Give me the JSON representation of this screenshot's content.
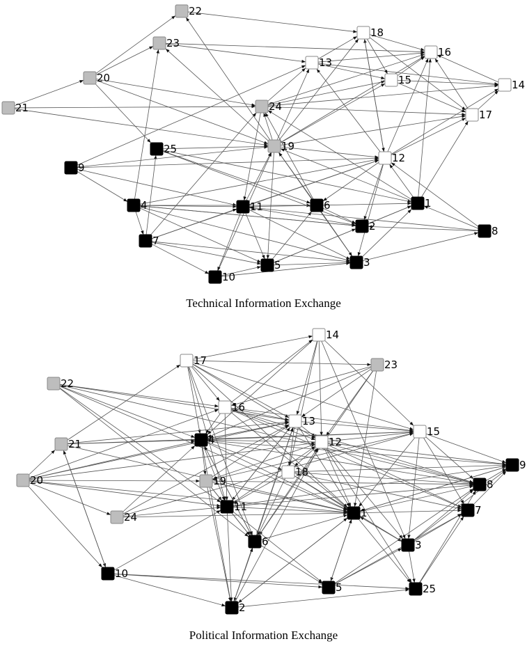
{
  "colors": {
    "black": "#000000",
    "gray": "#bdbdbd",
    "white": "#ffffff",
    "edge": "#555555"
  },
  "graphs": [
    {
      "caption": "Technical Information Exchange",
      "nodes": [
        {
          "id": "1",
          "group": "black"
        },
        {
          "id": "2",
          "group": "black"
        },
        {
          "id": "3",
          "group": "black"
        },
        {
          "id": "4",
          "group": "black"
        },
        {
          "id": "5",
          "group": "black"
        },
        {
          "id": "6",
          "group": "black"
        },
        {
          "id": "7",
          "group": "black"
        },
        {
          "id": "8",
          "group": "black"
        },
        {
          "id": "9",
          "group": "black"
        },
        {
          "id": "10",
          "group": "black"
        },
        {
          "id": "11",
          "group": "black"
        },
        {
          "id": "12",
          "group": "white"
        },
        {
          "id": "13",
          "group": "white"
        },
        {
          "id": "14",
          "group": "white"
        },
        {
          "id": "15",
          "group": "white"
        },
        {
          "id": "16",
          "group": "white"
        },
        {
          "id": "17",
          "group": "white"
        },
        {
          "id": "18",
          "group": "white"
        },
        {
          "id": "19",
          "group": "gray"
        },
        {
          "id": "20",
          "group": "gray"
        },
        {
          "id": "21",
          "group": "gray"
        },
        {
          "id": "22",
          "group": "gray"
        },
        {
          "id": "23",
          "group": "gray"
        },
        {
          "id": "24",
          "group": "gray"
        },
        {
          "id": "25",
          "group": "black"
        }
      ],
      "edges": [
        [
          "20",
          "22"
        ],
        [
          "20",
          "23"
        ],
        [
          "21",
          "20"
        ],
        [
          "20",
          "24"
        ],
        [
          "20",
          "19"
        ],
        [
          "20",
          "25"
        ],
        [
          "21",
          "24"
        ],
        [
          "21",
          "19"
        ],
        [
          "22",
          "18"
        ],
        [
          "19",
          "22"
        ],
        [
          "23",
          "16"
        ],
        [
          "23",
          "13"
        ],
        [
          "4",
          "23"
        ],
        [
          "19",
          "23"
        ],
        [
          "13",
          "18"
        ],
        [
          "13",
          "16"
        ],
        [
          "13",
          "15"
        ],
        [
          "13",
          "14"
        ],
        [
          "12",
          "13"
        ],
        [
          "18",
          "16"
        ],
        [
          "18",
          "15"
        ],
        [
          "18",
          "17"
        ],
        [
          "12",
          "18"
        ],
        [
          "15",
          "16"
        ],
        [
          "14",
          "16"
        ],
        [
          "17",
          "16"
        ],
        [
          "12",
          "16"
        ],
        [
          "1",
          "16"
        ],
        [
          "17",
          "14"
        ],
        [
          "15",
          "14"
        ],
        [
          "24",
          "14"
        ],
        [
          "12",
          "14"
        ],
        [
          "15",
          "17"
        ],
        [
          "24",
          "17"
        ],
        [
          "19",
          "17"
        ],
        [
          "12",
          "17"
        ],
        [
          "1",
          "17"
        ],
        [
          "24",
          "13"
        ],
        [
          "24",
          "15"
        ],
        [
          "24",
          "16"
        ],
        [
          "24",
          "11"
        ],
        [
          "19",
          "24"
        ],
        [
          "6",
          "24"
        ],
        [
          "1",
          "24"
        ],
        [
          "7",
          "24"
        ],
        [
          "19",
          "13"
        ],
        [
          "19",
          "18"
        ],
        [
          "19",
          "15"
        ],
        [
          "19",
          "16"
        ],
        [
          "19",
          "12"
        ],
        [
          "11",
          "19"
        ],
        [
          "6",
          "19"
        ],
        [
          "19",
          "5"
        ],
        [
          "3",
          "19"
        ],
        [
          "1",
          "19"
        ],
        [
          "10",
          "19"
        ],
        [
          "25",
          "19"
        ],
        [
          "25",
          "6"
        ],
        [
          "25",
          "1"
        ],
        [
          "7",
          "25"
        ],
        [
          "9",
          "19"
        ],
        [
          "9",
          "12"
        ],
        [
          "9",
          "4"
        ],
        [
          "9",
          "11"
        ],
        [
          "9",
          "13"
        ],
        [
          "4",
          "11"
        ],
        [
          "4",
          "6"
        ],
        [
          "4",
          "7"
        ],
        [
          "4",
          "5"
        ],
        [
          "4",
          "3"
        ],
        [
          "4",
          "2"
        ],
        [
          "4",
          "12"
        ],
        [
          "11",
          "6"
        ],
        [
          "11",
          "12"
        ],
        [
          "11",
          "5"
        ],
        [
          "11",
          "10"
        ],
        [
          "11",
          "3"
        ],
        [
          "11",
          "2"
        ],
        [
          "6",
          "1"
        ],
        [
          "6",
          "2"
        ],
        [
          "6",
          "3"
        ],
        [
          "5",
          "6"
        ],
        [
          "12",
          "6"
        ],
        [
          "12",
          "2"
        ],
        [
          "12",
          "3"
        ],
        [
          "7",
          "12"
        ],
        [
          "1",
          "12"
        ],
        [
          "2",
          "1"
        ],
        [
          "5",
          "1"
        ],
        [
          "3",
          "1"
        ],
        [
          "8",
          "1"
        ],
        [
          "8",
          "2"
        ],
        [
          "3",
          "8"
        ],
        [
          "8",
          "12"
        ],
        [
          "8",
          "11"
        ],
        [
          "5",
          "2"
        ],
        [
          "4",
          "2"
        ],
        [
          "7",
          "11"
        ],
        [
          "7",
          "5"
        ],
        [
          "7",
          "3"
        ],
        [
          "7",
          "10"
        ],
        [
          "5",
          "3"
        ],
        [
          "10",
          "5"
        ],
        [
          "10",
          "3"
        ],
        [
          "25",
          "2"
        ],
        [
          "18",
          "12"
        ]
      ]
    },
    {
      "caption": "Political Information Exchange",
      "nodes": [
        {
          "id": "1",
          "group": "black"
        },
        {
          "id": "2",
          "group": "black"
        },
        {
          "id": "3",
          "group": "black"
        },
        {
          "id": "4",
          "group": "black"
        },
        {
          "id": "5",
          "group": "black"
        },
        {
          "id": "6",
          "group": "black"
        },
        {
          "id": "7",
          "group": "black"
        },
        {
          "id": "8",
          "group": "black"
        },
        {
          "id": "9",
          "group": "black"
        },
        {
          "id": "10",
          "group": "black"
        },
        {
          "id": "11",
          "group": "black"
        },
        {
          "id": "12",
          "group": "white"
        },
        {
          "id": "13",
          "group": "white"
        },
        {
          "id": "14",
          "group": "white"
        },
        {
          "id": "15",
          "group": "white"
        },
        {
          "id": "16",
          "group": "white"
        },
        {
          "id": "17",
          "group": "white"
        },
        {
          "id": "18",
          "group": "white"
        },
        {
          "id": "19",
          "group": "gray"
        },
        {
          "id": "20",
          "group": "gray"
        },
        {
          "id": "21",
          "group": "gray"
        },
        {
          "id": "22",
          "group": "gray"
        },
        {
          "id": "23",
          "group": "gray"
        },
        {
          "id": "24",
          "group": "gray"
        },
        {
          "id": "25",
          "group": "black"
        }
      ],
      "edges": [
        [
          "17",
          "14"
        ],
        [
          "17",
          "23"
        ],
        [
          "17",
          "4"
        ],
        [
          "17",
          "16"
        ],
        [
          "17",
          "13"
        ],
        [
          "17",
          "12"
        ],
        [
          "17",
          "15"
        ],
        [
          "17",
          "1"
        ],
        [
          "17",
          "11"
        ],
        [
          "21",
          "17"
        ],
        [
          "14",
          "13"
        ],
        [
          "14",
          "12"
        ],
        [
          "14",
          "4"
        ],
        [
          "14",
          "15"
        ],
        [
          "14",
          "18"
        ],
        [
          "16",
          "14"
        ],
        [
          "23",
          "13"
        ],
        [
          "23",
          "4"
        ],
        [
          "23",
          "1"
        ],
        [
          "23",
          "12"
        ],
        [
          "23",
          "16"
        ],
        [
          "23",
          "6"
        ],
        [
          "22",
          "13"
        ],
        [
          "22",
          "4"
        ],
        [
          "22",
          "16"
        ],
        [
          "22",
          "11"
        ],
        [
          "22",
          "1"
        ],
        [
          "22",
          "6"
        ],
        [
          "16",
          "13"
        ],
        [
          "16",
          "12"
        ],
        [
          "16",
          "15"
        ],
        [
          "16",
          "4"
        ],
        [
          "16",
          "11"
        ],
        [
          "16",
          "1"
        ],
        [
          "16",
          "8"
        ],
        [
          "16",
          "7"
        ],
        [
          "13",
          "12"
        ],
        [
          "13",
          "15"
        ],
        [
          "13",
          "4"
        ],
        [
          "13",
          "18"
        ],
        [
          "13",
          "1"
        ],
        [
          "13",
          "6"
        ],
        [
          "13",
          "11"
        ],
        [
          "12",
          "15"
        ],
        [
          "12",
          "4"
        ],
        [
          "12",
          "18"
        ],
        [
          "12",
          "1"
        ],
        [
          "12",
          "9"
        ],
        [
          "12",
          "8"
        ],
        [
          "12",
          "7"
        ],
        [
          "12",
          "3"
        ],
        [
          "12",
          "25"
        ],
        [
          "15",
          "4"
        ],
        [
          "15",
          "1"
        ],
        [
          "15",
          "9"
        ],
        [
          "15",
          "8"
        ],
        [
          "15",
          "7"
        ],
        [
          "15",
          "3"
        ],
        [
          "15",
          "19"
        ],
        [
          "21",
          "4"
        ],
        [
          "21",
          "13"
        ],
        [
          "21",
          "15"
        ],
        [
          "21",
          "10"
        ],
        [
          "21",
          "1"
        ],
        [
          "20",
          "21"
        ],
        [
          "20",
          "4"
        ],
        [
          "20",
          "16"
        ],
        [
          "20",
          "13"
        ],
        [
          "20",
          "12"
        ],
        [
          "20",
          "19"
        ],
        [
          "20",
          "11"
        ],
        [
          "20",
          "24"
        ],
        [
          "20",
          "10"
        ],
        [
          "20",
          "1"
        ],
        [
          "4",
          "19"
        ],
        [
          "4",
          "11"
        ],
        [
          "4",
          "18"
        ],
        [
          "4",
          "1"
        ],
        [
          "4",
          "9"
        ],
        [
          "4",
          "8"
        ],
        [
          "4",
          "6"
        ],
        [
          "4",
          "2"
        ],
        [
          "4",
          "13"
        ],
        [
          "18",
          "1"
        ],
        [
          "18",
          "11"
        ],
        [
          "18",
          "6"
        ],
        [
          "18",
          "9"
        ],
        [
          "18",
          "8"
        ],
        [
          "18",
          "7"
        ],
        [
          "18",
          "3"
        ],
        [
          "19",
          "11"
        ],
        [
          "19",
          "1"
        ],
        [
          "19",
          "8"
        ],
        [
          "19",
          "2"
        ],
        [
          "19",
          "6"
        ],
        [
          "19",
          "13"
        ],
        [
          "19",
          "12"
        ],
        [
          "11",
          "1"
        ],
        [
          "11",
          "6"
        ],
        [
          "11",
          "2"
        ],
        [
          "11",
          "5"
        ],
        [
          "11",
          "12"
        ],
        [
          "11",
          "13"
        ],
        [
          "11",
          "8"
        ],
        [
          "11",
          "9"
        ],
        [
          "24",
          "11"
        ],
        [
          "24",
          "1"
        ],
        [
          "24",
          "13"
        ],
        [
          "24",
          "15"
        ],
        [
          "24",
          "4"
        ],
        [
          "10",
          "2"
        ],
        [
          "10",
          "5"
        ],
        [
          "10",
          "11"
        ],
        [
          "10",
          "25"
        ],
        [
          "10",
          "21"
        ],
        [
          "6",
          "2"
        ],
        [
          "6",
          "1"
        ],
        [
          "6",
          "5"
        ],
        [
          "6",
          "13"
        ],
        [
          "6",
          "12"
        ],
        [
          "6",
          "4"
        ],
        [
          "1",
          "9"
        ],
        [
          "1",
          "8"
        ],
        [
          "1",
          "7"
        ],
        [
          "1",
          "3"
        ],
        [
          "1",
          "5"
        ],
        [
          "1",
          "25"
        ],
        [
          "1",
          "2"
        ],
        [
          "3",
          "7"
        ],
        [
          "3",
          "8"
        ],
        [
          "3",
          "9"
        ],
        [
          "3",
          "25"
        ],
        [
          "3",
          "1"
        ],
        [
          "5",
          "3"
        ],
        [
          "5",
          "7"
        ],
        [
          "5",
          "8"
        ],
        [
          "5",
          "1"
        ],
        [
          "2",
          "25"
        ],
        [
          "2",
          "1"
        ],
        [
          "2",
          "12"
        ],
        [
          "2",
          "13"
        ],
        [
          "25",
          "7"
        ],
        [
          "25",
          "8"
        ],
        [
          "7",
          "9"
        ],
        [
          "8",
          "9"
        ],
        [
          "9",
          "1"
        ],
        [
          "22",
          "8"
        ],
        [
          "14",
          "3"
        ],
        [
          "17",
          "6"
        ],
        [
          "2",
          "6"
        ]
      ]
    }
  ]
}
